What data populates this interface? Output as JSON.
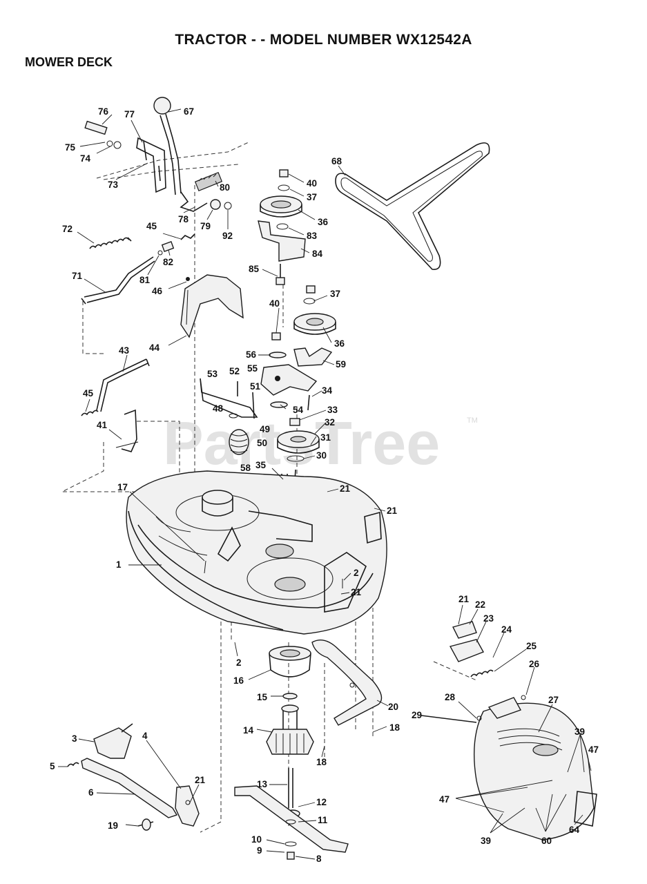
{
  "page": {
    "title": "TRACTOR - - MODEL NUMBER WX12542A",
    "section": "MOWER DECK",
    "watermark": "PartsTree",
    "trademark": "TM"
  },
  "callouts": [
    {
      "id": "c76",
      "text": "76"
    },
    {
      "id": "c77",
      "text": "77"
    },
    {
      "id": "c67",
      "text": "67"
    },
    {
      "id": "c75",
      "text": "75"
    },
    {
      "id": "c74",
      "text": "74"
    },
    {
      "id": "c73",
      "text": "73"
    },
    {
      "id": "c80",
      "text": "80"
    },
    {
      "id": "c78",
      "text": "78"
    },
    {
      "id": "c79",
      "text": "79"
    },
    {
      "id": "c92",
      "text": "92"
    },
    {
      "id": "c72",
      "text": "72"
    },
    {
      "id": "c45a",
      "text": "45"
    },
    {
      "id": "c81",
      "text": "81"
    },
    {
      "id": "c82",
      "text": "82"
    },
    {
      "id": "c71",
      "text": "71"
    },
    {
      "id": "c46",
      "text": "46"
    },
    {
      "id": "c44",
      "text": "44"
    },
    {
      "id": "c43",
      "text": "43"
    },
    {
      "id": "c45b",
      "text": "45"
    },
    {
      "id": "c41",
      "text": "41"
    },
    {
      "id": "c68",
      "text": "68"
    },
    {
      "id": "c40a",
      "text": "40"
    },
    {
      "id": "c37a",
      "text": "37"
    },
    {
      "id": "c36a",
      "text": "36"
    },
    {
      "id": "c83",
      "text": "83"
    },
    {
      "id": "c84",
      "text": "84"
    },
    {
      "id": "c85",
      "text": "85"
    },
    {
      "id": "c40b",
      "text": "40"
    },
    {
      "id": "c37b",
      "text": "37"
    },
    {
      "id": "c36b",
      "text": "36"
    },
    {
      "id": "c56",
      "text": "56"
    },
    {
      "id": "c55",
      "text": "55"
    },
    {
      "id": "c59",
      "text": "59"
    },
    {
      "id": "c53",
      "text": "53"
    },
    {
      "id": "c52",
      "text": "52"
    },
    {
      "id": "c51",
      "text": "51"
    },
    {
      "id": "c34",
      "text": "34"
    },
    {
      "id": "c48",
      "text": "48"
    },
    {
      "id": "c54",
      "text": "54"
    },
    {
      "id": "c33",
      "text": "33"
    },
    {
      "id": "c32",
      "text": "32"
    },
    {
      "id": "c49",
      "text": "49"
    },
    {
      "id": "c31",
      "text": "31"
    },
    {
      "id": "c50",
      "text": "50"
    },
    {
      "id": "c30",
      "text": "30"
    },
    {
      "id": "c58",
      "text": "58"
    },
    {
      "id": "c35",
      "text": "35"
    },
    {
      "id": "c17",
      "text": "17"
    },
    {
      "id": "c21a",
      "text": "21"
    },
    {
      "id": "c21b",
      "text": "21"
    },
    {
      "id": "c1",
      "text": "1"
    },
    {
      "id": "c2a",
      "text": "2"
    },
    {
      "id": "c21c",
      "text": "21"
    },
    {
      "id": "c2b",
      "text": "2"
    },
    {
      "id": "c16",
      "text": "16"
    },
    {
      "id": "c15",
      "text": "15"
    },
    {
      "id": "c20",
      "text": "20"
    },
    {
      "id": "c14",
      "text": "14"
    },
    {
      "id": "c18a",
      "text": "18"
    },
    {
      "id": "c18b",
      "text": "18"
    },
    {
      "id": "c3",
      "text": "3"
    },
    {
      "id": "c4",
      "text": "4"
    },
    {
      "id": "c5",
      "text": "5"
    },
    {
      "id": "c6",
      "text": "6"
    },
    {
      "id": "c21d",
      "text": "21"
    },
    {
      "id": "c13",
      "text": "13"
    },
    {
      "id": "c12",
      "text": "12"
    },
    {
      "id": "c19",
      "text": "19"
    },
    {
      "id": "c11",
      "text": "11"
    },
    {
      "id": "c10",
      "text": "10"
    },
    {
      "id": "c9",
      "text": "9"
    },
    {
      "id": "c8",
      "text": "8"
    },
    {
      "id": "c21e",
      "text": "21"
    },
    {
      "id": "c22",
      "text": "22"
    },
    {
      "id": "c23",
      "text": "23"
    },
    {
      "id": "c24",
      "text": "24"
    },
    {
      "id": "c25",
      "text": "25"
    },
    {
      "id": "c26",
      "text": "26"
    },
    {
      "id": "c28",
      "text": "28"
    },
    {
      "id": "c27",
      "text": "27"
    },
    {
      "id": "c29",
      "text": "29"
    },
    {
      "id": "c39a",
      "text": "39"
    },
    {
      "id": "c47a",
      "text": "47"
    },
    {
      "id": "c47b",
      "text": "47"
    },
    {
      "id": "c39b",
      "text": "39"
    },
    {
      "id": "c60",
      "text": "60"
    },
    {
      "id": "c64",
      "text": "64"
    }
  ]
}
